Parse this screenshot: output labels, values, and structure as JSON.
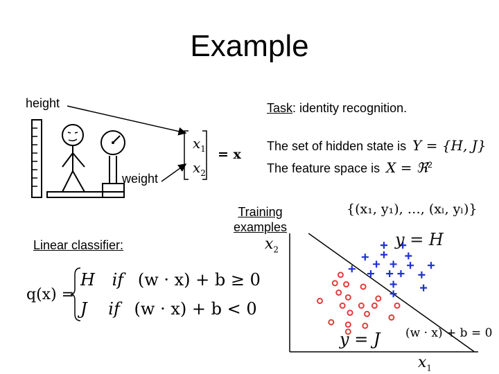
{
  "title": "Example",
  "labels": {
    "height": "height",
    "weight": "weight",
    "task_word": "Task",
    "task_rest": ": identity recognition.",
    "hidden_state_text": "The set of hidden state is",
    "feature_space_text": "The feature space is",
    "training_line1": "Training",
    "training_line2": "examples",
    "linear_classifier": "Linear classifier:"
  },
  "math": {
    "x1": "x",
    "x1_sub": "1",
    "x2": "x",
    "x2_sub": "2",
    "equals_x": "= x",
    "hidden_state_formula": "Y = {H, J}",
    "feature_space_formula": "X = ℜ",
    "feature_space_sup": "2",
    "training_set": "{(x₁, y₁), …, (xₗ, yₗ)}",
    "q_lhs": "q(x) =",
    "case1_label": "H",
    "case1_if": "if",
    "case1_cond": "(w · x) + b ≥ 0",
    "case2_label": "J",
    "case2_if": "if",
    "case2_cond": "(w · x) + b < 0",
    "axis_x": "x",
    "axis_x_sub": "1",
    "axis_y": "x",
    "axis_y_sub": "2",
    "class_H": "y = H",
    "class_J": "y = J",
    "boundary": "(w · x) + b = 0"
  },
  "chart_data": {
    "type": "scatter",
    "series": [
      {
        "name": "",
        "marker": "plus",
        "color": "#1f2fd6",
        "points": [
          [
            0.5,
            0.9
          ],
          [
            0.6,
            0.9
          ],
          [
            0.4,
            0.8
          ],
          [
            0.5,
            0.82
          ],
          [
            0.63,
            0.81
          ],
          [
            0.33,
            0.7
          ],
          [
            0.46,
            0.74
          ],
          [
            0.55,
            0.74
          ],
          [
            0.64,
            0.73
          ],
          [
            0.75,
            0.73
          ],
          [
            0.43,
            0.66
          ],
          [
            0.53,
            0.66
          ],
          [
            0.59,
            0.66
          ],
          [
            0.7,
            0.65
          ],
          [
            0.55,
            0.57
          ],
          [
            0.71,
            0.54
          ],
          [
            0.55,
            0.49
          ]
        ]
      },
      {
        "name": "",
        "marker": "circle",
        "color": "#e23b3b",
        "points": [
          [
            0.27,
            0.65
          ],
          [
            0.24,
            0.58
          ],
          [
            0.3,
            0.57
          ],
          [
            0.39,
            0.55
          ],
          [
            0.26,
            0.5
          ],
          [
            0.31,
            0.46
          ],
          [
            0.47,
            0.45
          ],
          [
            0.16,
            0.43
          ],
          [
            0.28,
            0.39
          ],
          [
            0.38,
            0.39
          ],
          [
            0.45,
            0.39
          ],
          [
            0.57,
            0.39
          ],
          [
            0.32,
            0.33
          ],
          [
            0.41,
            0.32
          ],
          [
            0.54,
            0.29
          ],
          [
            0.22,
            0.25
          ],
          [
            0.31,
            0.23
          ],
          [
            0.4,
            0.22
          ],
          [
            0.31,
            0.17
          ]
        ]
      }
    ],
    "boundary_line": [
      [
        0.1,
        1.0
      ],
      [
        0.98,
        0.0
      ]
    ],
    "xlim": [
      0,
      1
    ],
    "ylim": [
      0,
      1
    ],
    "grid": false
  }
}
